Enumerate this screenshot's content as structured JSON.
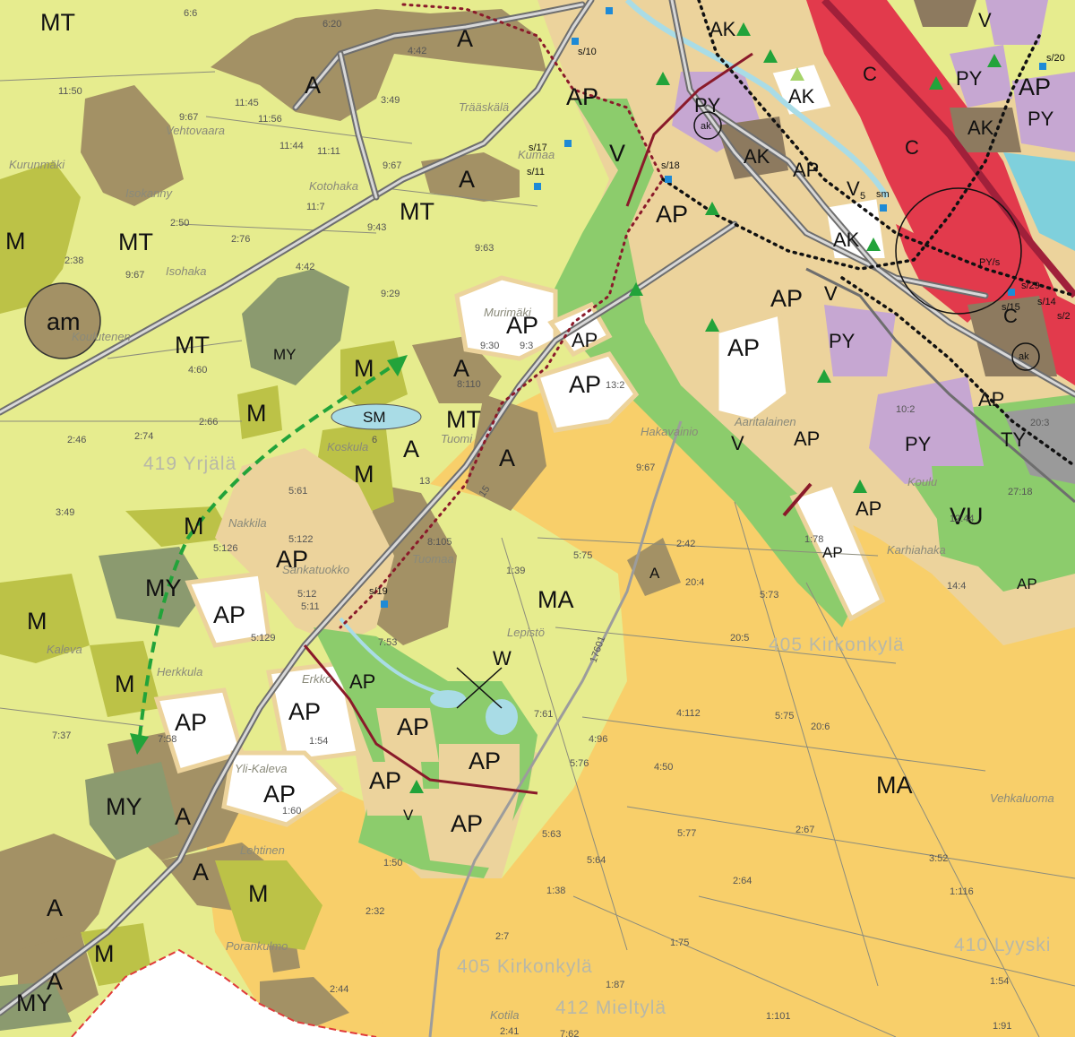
{
  "colors": {
    "MT": "#e6ec8e",
    "MA": "#f8cf6a",
    "A": "#a39165",
    "M": "#bcc247",
    "MY": "#8b9a6f",
    "AP_white": "#ffffff",
    "AP_tan": "#ecd39c",
    "V": "#8ccc6c",
    "PY": "#c6a7d2",
    "AK": "#8d7a5f",
    "C": "#e23a4c",
    "VU": "#8ccc6c",
    "TY": "#9a9a9a",
    "water": "#a9dce6",
    "railway": "#a0203a",
    "road": "#6e6e6e",
    "ecological_corridor": "#22a33a",
    "boundary_dots": "#8a1a2a"
  },
  "zone_labels": [
    "MT",
    "A",
    "A",
    "AP",
    "V",
    "MT",
    "A",
    "MT",
    "MT",
    "M",
    "am",
    "MY",
    "M",
    "A",
    "SM",
    "M",
    "MT",
    "A",
    "M",
    "AP",
    "AP",
    "AP",
    "AP",
    "AP",
    "M",
    "AP",
    "A",
    "MY",
    "M",
    "AP",
    "MA",
    "M",
    "AP",
    "AP",
    "AP",
    "AP",
    "AP",
    "AP",
    "MY",
    "A",
    "AP",
    "A",
    "M",
    "A",
    "M",
    "MY",
    "A",
    "MA",
    "AK",
    "AK",
    "AK",
    "AK",
    "PY",
    "PY",
    "PY",
    "AP",
    "AP",
    "AP",
    "AP",
    "V",
    "V",
    "C",
    "C",
    "C",
    "PY",
    "PY",
    "AK",
    "AP",
    "AP",
    "AP",
    "V",
    "TY",
    "VU",
    "AP",
    "AP",
    "W",
    "A",
    "V",
    "V",
    "V"
  ],
  "parcel_numbers": [
    "6:6",
    "6:20",
    "4:42",
    "11:50",
    "9:67",
    "11:45",
    "11:56",
    "3:49",
    "11:44",
    "11:11",
    "9:67",
    "11:7",
    "2:50",
    "2:76",
    "9:43",
    "9:63",
    "2:38",
    "9:67",
    "4:42",
    "9:29",
    "4:60",
    "9:30",
    "9:3",
    "8:110",
    "2:66",
    "2:46",
    "2:74",
    "6",
    "13",
    "5:61",
    "3:49",
    "5:126",
    "5:122",
    "8:105",
    "1:39",
    "5:75",
    "2:42",
    "20:4",
    "5:73",
    "5:12",
    "5:11",
    "5:129",
    "7:53",
    "7:37",
    "7:58",
    "1:54",
    "7:61",
    "4:112",
    "5:75",
    "20:6",
    "4:96",
    "5:76",
    "4:50",
    "1:60",
    "5:63",
    "5:77",
    "2:67",
    "3:52",
    "1:50",
    "5:64",
    "2:64",
    "1:116",
    "2:32",
    "1:38",
    "2:7",
    "1:75",
    "1:54",
    "2:44",
    "1:87",
    "1:101",
    "1:91",
    "2:41",
    "7:62",
    "9:67",
    "1:78",
    "14:4",
    "20:5",
    "13:2",
    "12:44",
    "27:18",
    "20:3",
    "10:2"
  ],
  "place_names": [
    "Kurunmäki",
    "Vehtovaara",
    "Isokanny",
    "Isohaka",
    "Kotohaka",
    "Trääskälä",
    "Kumaa",
    "Murimäki",
    "Tuomi",
    "Hakavainio",
    "Koskula",
    "Aaritalainen",
    "Nakkila",
    "Sankatuokko",
    "Lepistö",
    "Erkko",
    "Yli-Kaleva",
    "Kaleva",
    "Tuomaa",
    "Herkkula",
    "Porankulmo",
    "Koulu",
    "Karhiahaka",
    "Vehkaluoma",
    "Lehtinen",
    "Kotila",
    "Koulutenen"
  ],
  "village_labels": [
    "419 Yrjälä",
    "405 Kirkonkylä",
    "405 Kirkonkylä",
    "412 Mieltylä",
    "410 Lyyski"
  ],
  "site_markers": [
    "s/10",
    "s/17",
    "s/11",
    "s/18",
    "s/19",
    "s/20",
    "s/29",
    "s/15",
    "s/14",
    "s/2",
    "sm",
    "5",
    "ak",
    "ak",
    "PY/s"
  ],
  "road_numbers": [
    "15",
    "17601"
  ]
}
